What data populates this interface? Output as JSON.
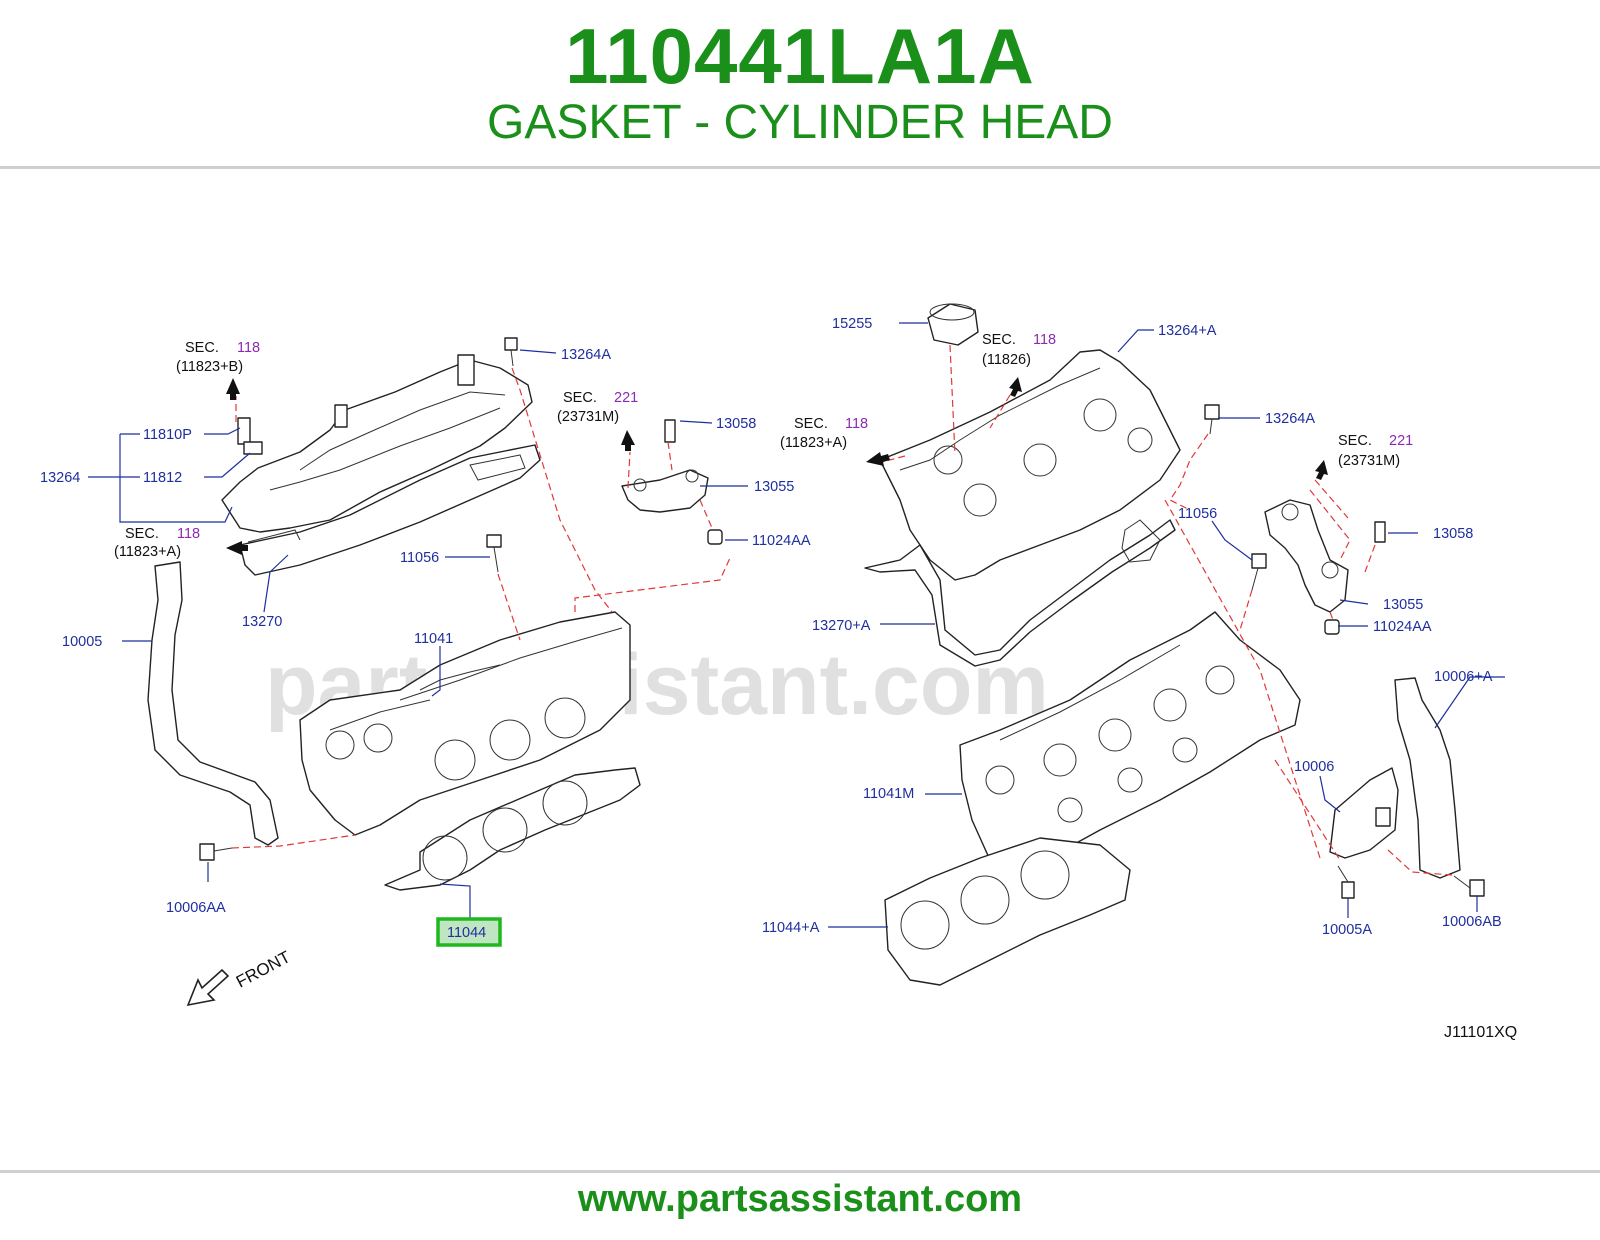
{
  "header": {
    "part_number": "110441LA1A",
    "part_name": "GASKET - CYLINDER HEAD"
  },
  "footer": {
    "url": "www.partsassistant.com"
  },
  "watermark": "partsassistant.com",
  "diagram": {
    "code": "J11101XQ",
    "front_label": "FRONT",
    "highlighted_part": "11044",
    "highlight_color": "#1fb81f",
    "labels": {
      "p13264A_l": "13264A",
      "p11810P": "11810P",
      "p13264": "13264",
      "p11812": "11812",
      "p13270": "13270",
      "p10005": "10005",
      "p11056_l": "11056",
      "p11041": "11041",
      "p13058_l": "13058",
      "p13055_l": "13055",
      "p11024AA_l": "11024AA",
      "p10006AA": "10006AA",
      "p11044": "11044",
      "p15255": "15255",
      "p13264pA": "13264+A",
      "p13264A_r": "13264A",
      "p11056_r": "11056",
      "p13270pA": "13270+A",
      "p11041M": "11041M",
      "p13058_r": "13058",
      "p13055_r": "13055",
      "p11024AA_r": "11024AA",
      "p10006pA": "10006+A",
      "p10006": "10006",
      "p11044pA": "11044+A",
      "p10005A": "10005A",
      "p10006AB": "10006AB"
    },
    "sections": {
      "s1": {
        "sec": "SEC.",
        "num": "118",
        "ref": "(11823+B)"
      },
      "s2": {
        "sec": "SEC.",
        "num": "118",
        "ref": "(11823+A)"
      },
      "s3": {
        "sec": "SEC.",
        "num": "221",
        "ref": "(23731M)"
      },
      "s4": {
        "sec": "SEC.",
        "num": "118",
        "ref": "(11826)"
      },
      "s5": {
        "sec": "SEC.",
        "num": "118",
        "ref": "(11823+A)"
      },
      "s6": {
        "sec": "SEC.",
        "num": "221",
        "ref": "(23731M)"
      }
    }
  }
}
